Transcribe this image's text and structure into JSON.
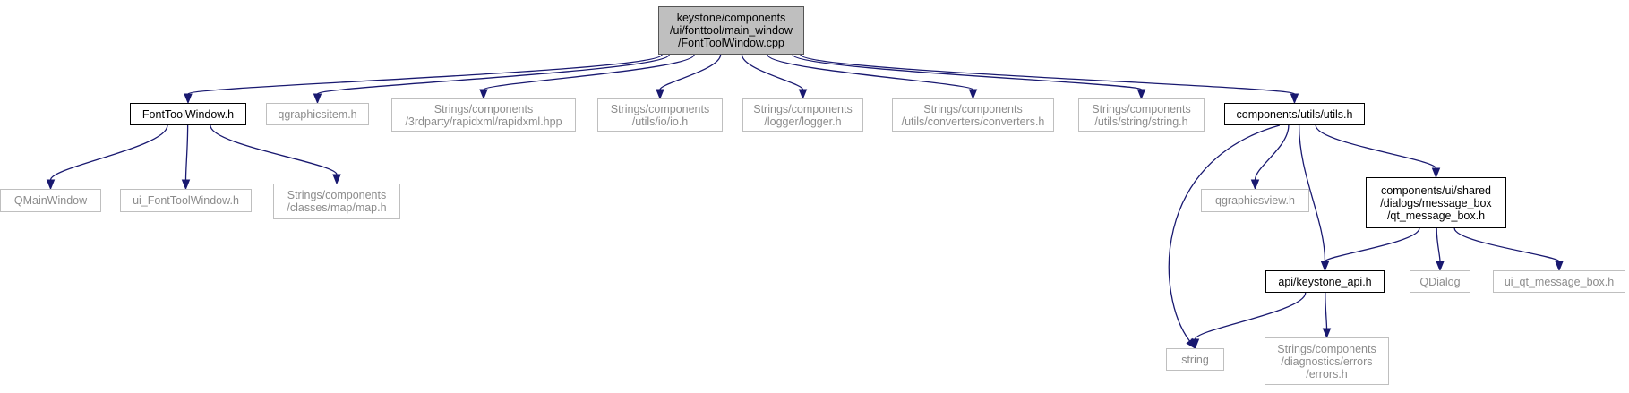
{
  "diagram": {
    "type": "include-dependency-graph",
    "colors": {
      "edge": "#191970",
      "root_fill": "#bfbfbf",
      "internal_border": "#000000",
      "external_border": "#bfbfbf",
      "external_text": "#8c8c8c"
    },
    "nodes": [
      {
        "id": "root",
        "kind": "root",
        "lines": [
          "keystone/components",
          "/ui/fonttool/main_window",
          "/FontToolWindow.cpp"
        ]
      },
      {
        "id": "fonttoolwindow_h",
        "kind": "internal",
        "lines": [
          "FontToolWindow.h"
        ]
      },
      {
        "id": "qgraphicsitem_h",
        "kind": "external",
        "lines": [
          "qgraphicsitem.h"
        ]
      },
      {
        "id": "rapidxml_hpp",
        "kind": "external",
        "lines": [
          "Strings/components",
          "/3rdparty/rapidxml/rapidxml.hpp"
        ]
      },
      {
        "id": "io_h",
        "kind": "external",
        "lines": [
          "Strings/components",
          "/utils/io/io.h"
        ]
      },
      {
        "id": "logger_h",
        "kind": "external",
        "lines": [
          "Strings/components",
          "/logger/logger.h"
        ]
      },
      {
        "id": "converters_h",
        "kind": "external",
        "lines": [
          "Strings/components",
          "/utils/converters/converters.h"
        ]
      },
      {
        "id": "string_h",
        "kind": "external",
        "lines": [
          "Strings/components",
          "/utils/string/string.h"
        ]
      },
      {
        "id": "utils_h",
        "kind": "internal",
        "lines": [
          "components/utils/utils.h"
        ]
      },
      {
        "id": "qmainwindow",
        "kind": "external",
        "lines": [
          "QMainWindow"
        ]
      },
      {
        "id": "ui_fonttoolwindow_h",
        "kind": "external",
        "lines": [
          "ui_FontToolWindow.h"
        ]
      },
      {
        "id": "map_h",
        "kind": "external",
        "lines": [
          "Strings/components",
          "/classes/map/map.h"
        ]
      },
      {
        "id": "qgraphicsview_h",
        "kind": "external",
        "lines": [
          "qgraphicsview.h"
        ]
      },
      {
        "id": "qt_message_box_h",
        "kind": "internal",
        "lines": [
          "components/ui/shared",
          "/dialogs/message_box",
          "/qt_message_box.h"
        ]
      },
      {
        "id": "keystone_api_h",
        "kind": "internal",
        "lines": [
          "api/keystone_api.h"
        ]
      },
      {
        "id": "qdialog",
        "kind": "external",
        "lines": [
          "QDialog"
        ]
      },
      {
        "id": "ui_qt_message_box_h",
        "kind": "external",
        "lines": [
          "ui_qt_message_box.h"
        ]
      },
      {
        "id": "string",
        "kind": "external",
        "lines": [
          "string"
        ]
      },
      {
        "id": "errors_h",
        "kind": "external",
        "lines": [
          "Strings/components",
          "/diagnostics/errors",
          "/errors.h"
        ]
      }
    ],
    "edges": [
      [
        "root",
        "fonttoolwindow_h"
      ],
      [
        "root",
        "qgraphicsitem_h"
      ],
      [
        "root",
        "rapidxml_hpp"
      ],
      [
        "root",
        "io_h"
      ],
      [
        "root",
        "logger_h"
      ],
      [
        "root",
        "converters_h"
      ],
      [
        "root",
        "string_h"
      ],
      [
        "root",
        "utils_h"
      ],
      [
        "fonttoolwindow_h",
        "qmainwindow"
      ],
      [
        "fonttoolwindow_h",
        "ui_fonttoolwindow_h"
      ],
      [
        "fonttoolwindow_h",
        "map_h"
      ],
      [
        "utils_h",
        "string"
      ],
      [
        "utils_h",
        "qgraphicsview_h"
      ],
      [
        "utils_h",
        "keystone_api_h"
      ],
      [
        "utils_h",
        "qt_message_box_h"
      ],
      [
        "qt_message_box_h",
        "keystone_api_h"
      ],
      [
        "qt_message_box_h",
        "qdialog"
      ],
      [
        "qt_message_box_h",
        "ui_qt_message_box_h"
      ],
      [
        "keystone_api_h",
        "string"
      ],
      [
        "keystone_api_h",
        "errors_h"
      ]
    ]
  }
}
